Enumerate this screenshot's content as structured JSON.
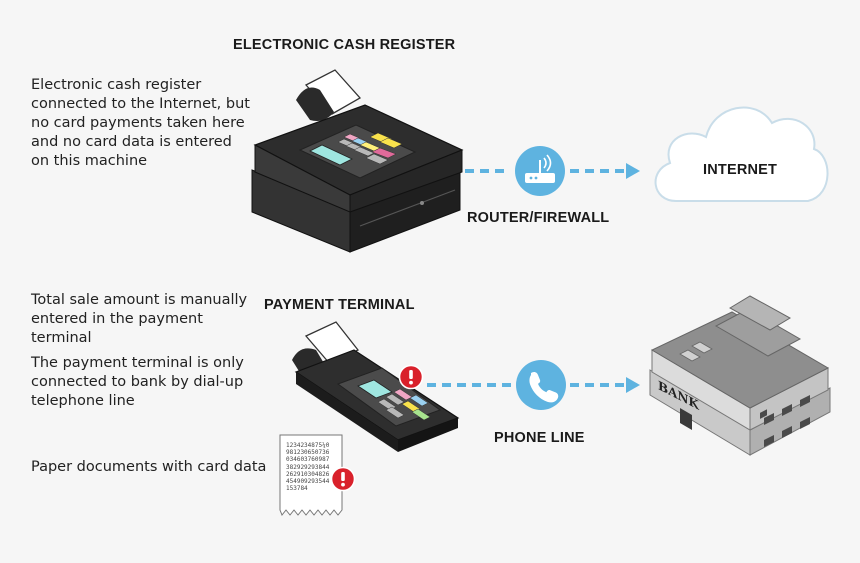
{
  "cash_register": {
    "title": "ELECTRONIC CASH REGISTER",
    "description": "Electronic cash register\nconnected to the Internet, but\nno card payments taken here\nand no card data is entered\non this machine"
  },
  "router": {
    "label": "ROUTER/FIREWALL",
    "icon": "router-icon"
  },
  "internet": {
    "label": "INTERNET",
    "icon": "cloud-icon"
  },
  "payment_terminal": {
    "title": "PAYMENT TERMINAL",
    "description_1": "Total sale amount is manually\nentered in the payment\nterminal",
    "description_2": "The payment terminal is only\nconnected to bank by dial-up\ntelephone line"
  },
  "phone": {
    "label": "PHONE LINE",
    "icon": "phone-icon"
  },
  "bank": {
    "sign": "BANK",
    "icon": "bank-building-icon"
  },
  "paper": {
    "description": "Paper documents with card data",
    "lines": [
      "1234234875¼0",
      "981230650736",
      "034603760987",
      "382929293844",
      "262910304826",
      "454909293544",
      "153784"
    ]
  },
  "colors": {
    "connector": "#5eb3e0",
    "warning": "#d9212b",
    "icon_circle": "#5eb3e0"
  }
}
